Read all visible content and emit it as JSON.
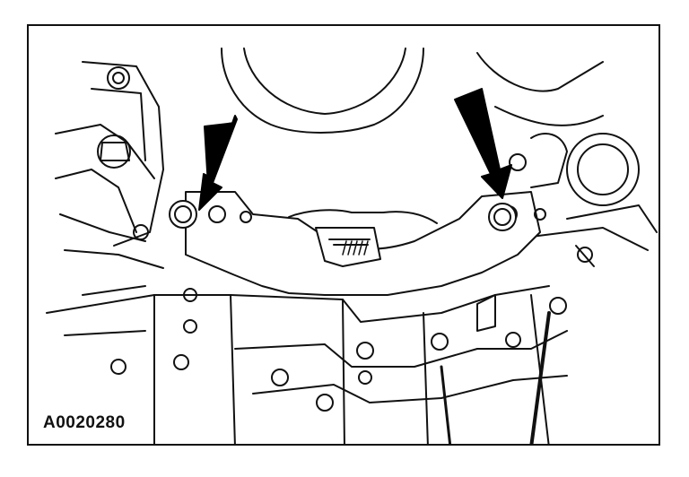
{
  "figure": {
    "id_label": "A0020280",
    "line_color": "#111111",
    "background_color": "#ffffff",
    "callouts": [
      {
        "name": "left-bolt-arrow",
        "icon": "arrow-down-icon",
        "color": "#000000"
      },
      {
        "name": "right-bolt-arrow",
        "icon": "arrow-down-icon",
        "color": "#000000"
      }
    ]
  }
}
